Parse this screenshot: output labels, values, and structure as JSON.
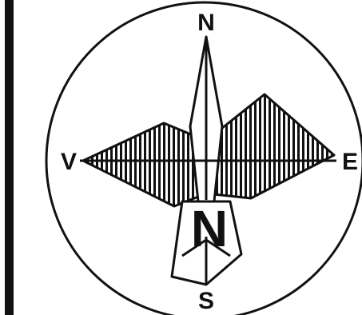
{
  "compass": {
    "north": "N",
    "south": "S",
    "east": "E",
    "west": "V",
    "center_mark": "N"
  },
  "colors": {
    "ink": "#111111",
    "paper": "#ffffff"
  },
  "icons": {
    "compass_rose": "compass-rose-icon"
  }
}
